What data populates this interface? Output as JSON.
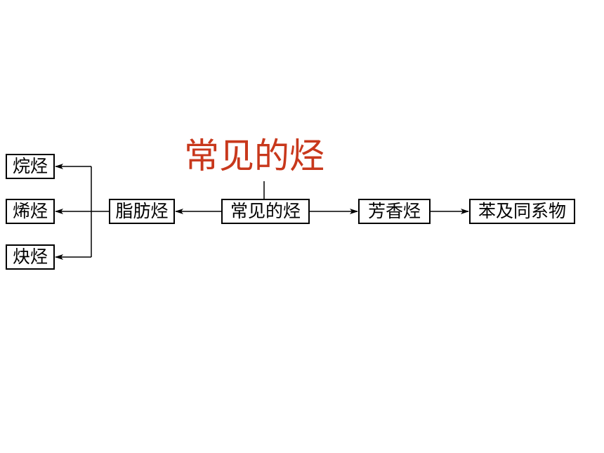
{
  "title": "常见的烃",
  "nodes": {
    "root": "常见的烃",
    "aliphatic": "脂肪烃",
    "aromatic": "芳香烃",
    "benzene_homologs": "苯及同系物",
    "alkane": "烷烃",
    "alkene": "烯烃",
    "alkyne": "炔烃"
  },
  "colors": {
    "title": "#c8381c",
    "line": "#000000"
  }
}
